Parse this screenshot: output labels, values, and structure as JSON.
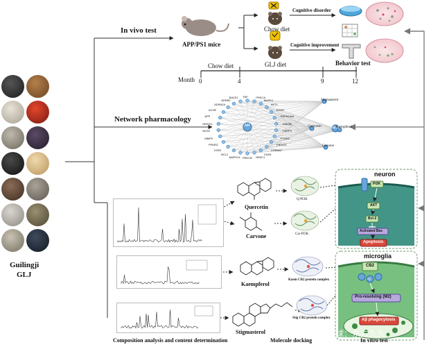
{
  "herb_panel": {
    "name": "Guilingji",
    "abbr": "GLJ"
  },
  "in_vivo": {
    "section_label": "In vivo test",
    "mouse_label": "APP/PS1 mice",
    "chow_diet": "Chow diet",
    "glj_diet": "GLJ diet",
    "cognitive_disorder": "Cognitive disorder",
    "cognitive_improvement": "Cognitive improvement",
    "behavior_test": "Behavior test",
    "timeline": {
      "month_label": "Month",
      "segment_label": "Chow diet",
      "ticks": [
        "0",
        "4",
        "9",
        "12"
      ]
    }
  },
  "network": {
    "section_label": "Network  pharmacology",
    "center_node": "AD",
    "herb_node": "GLJ",
    "compound_nodes": [
      "Stigmasterol",
      "Quercetin",
      "Kaempferol",
      "Carvone"
    ],
    "target_nodes": [
      "TNF",
      "PRKCA",
      "MAPK1",
      "AKT1",
      "EGFR",
      "HSP90AA1",
      "GSK3B",
      "CASP3",
      "PTGS2",
      "PIK3CG",
      "CHRNA7",
      "CDK5",
      "NR3C1",
      "PRKCB",
      "MAPK14",
      "BCL2",
      "ESR1",
      "PPARG",
      "MMP9",
      "NOS2",
      "HMOX1",
      "APP",
      "ACHE",
      "ADRA2A",
      "ADRB2",
      "BACE1"
    ]
  },
  "compounds": [
    "Quercetin",
    "Carvone",
    "Kaempferol",
    "Stigmasterol"
  ],
  "docking": {
    "quercetin_pi3k": "Q-PI3K",
    "carvone_pi3k": "Car-PI3K",
    "kaempferol_cb2": "Kaem CB2 protein complex",
    "stigmasterol_cb2": "Stig CB2 protein complex"
  },
  "in_vitro": {
    "neuron_title": "neuron",
    "pi3k": "PI3K",
    "akt": "AKT",
    "bcl2": "Bcl-2",
    "bax": "Activated Bax",
    "apoptosis": "Apoptosis",
    "microglia_title": "microglia",
    "cb2": "CB2",
    "pro_resolving": "Pro-resolving (M2)",
    "phagocytosis": "Aβ phagocytosis",
    "ab_chip": "Aβ"
  },
  "bottom_labels": {
    "composition": "Composition analysis and content determination",
    "docking": "Molecule docking",
    "in_vitro": "In vitro test"
  },
  "watermark": "雪球：东方久久",
  "colors": {
    "neuron_bg": "#2f8a7a",
    "microglia_bg": "#5fb56a",
    "node_blue": "#6aa6d8",
    "bax_red": "#d94a3c",
    "green_box": "#c9e6b3",
    "purple_box": "#b7a8dd"
  }
}
